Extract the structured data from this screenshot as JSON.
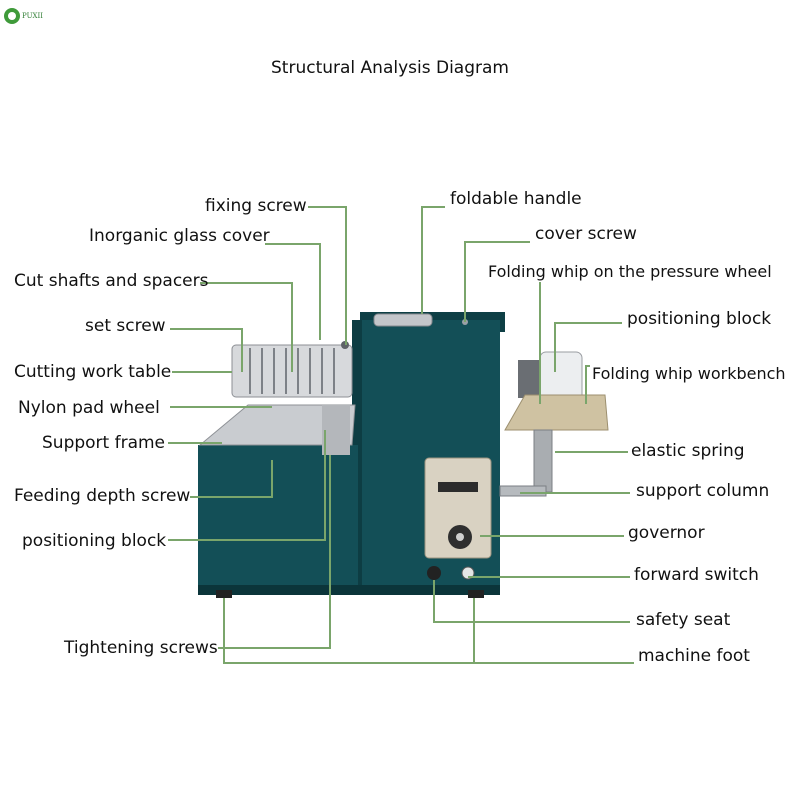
{
  "logo": {
    "text": "PUXII",
    "color": "#3f9a3a"
  },
  "title": "Structural Analysis Diagram",
  "colors": {
    "leader": "#7aa56b",
    "machine_body": "#134f57",
    "accent": "#3f9a3a"
  },
  "labels": {
    "fixing_screw": "fixing screw",
    "inorganic_glass_cover": "Inorganic glass cover",
    "cut_shafts_and_spacers": "Cut shafts and spacers",
    "set_screw": "set screw",
    "cutting_work_table": "Cutting work table",
    "nylon_pad_wheel": "Nylon pad wheel",
    "support_frame": "Support frame",
    "feeding_depth_screw": "Feeding depth screw",
    "positioning_block_left": "positioning block",
    "tightening_screws": "Tightening screws",
    "foldable_handle": "foldable handle",
    "cover_screw": "cover screw",
    "folding_whip_pressure_wheel": "Folding whip on the pressure wheel",
    "positioning_block_right": "positioning block",
    "folding_whip_workbench": "Folding whip workbench",
    "elastic_spring": "elastic spring",
    "support_column": "support column",
    "governor": "governor",
    "forward_switch": "forward switch",
    "safety_seat": "safety seat",
    "machine_foot": "machine foot"
  }
}
